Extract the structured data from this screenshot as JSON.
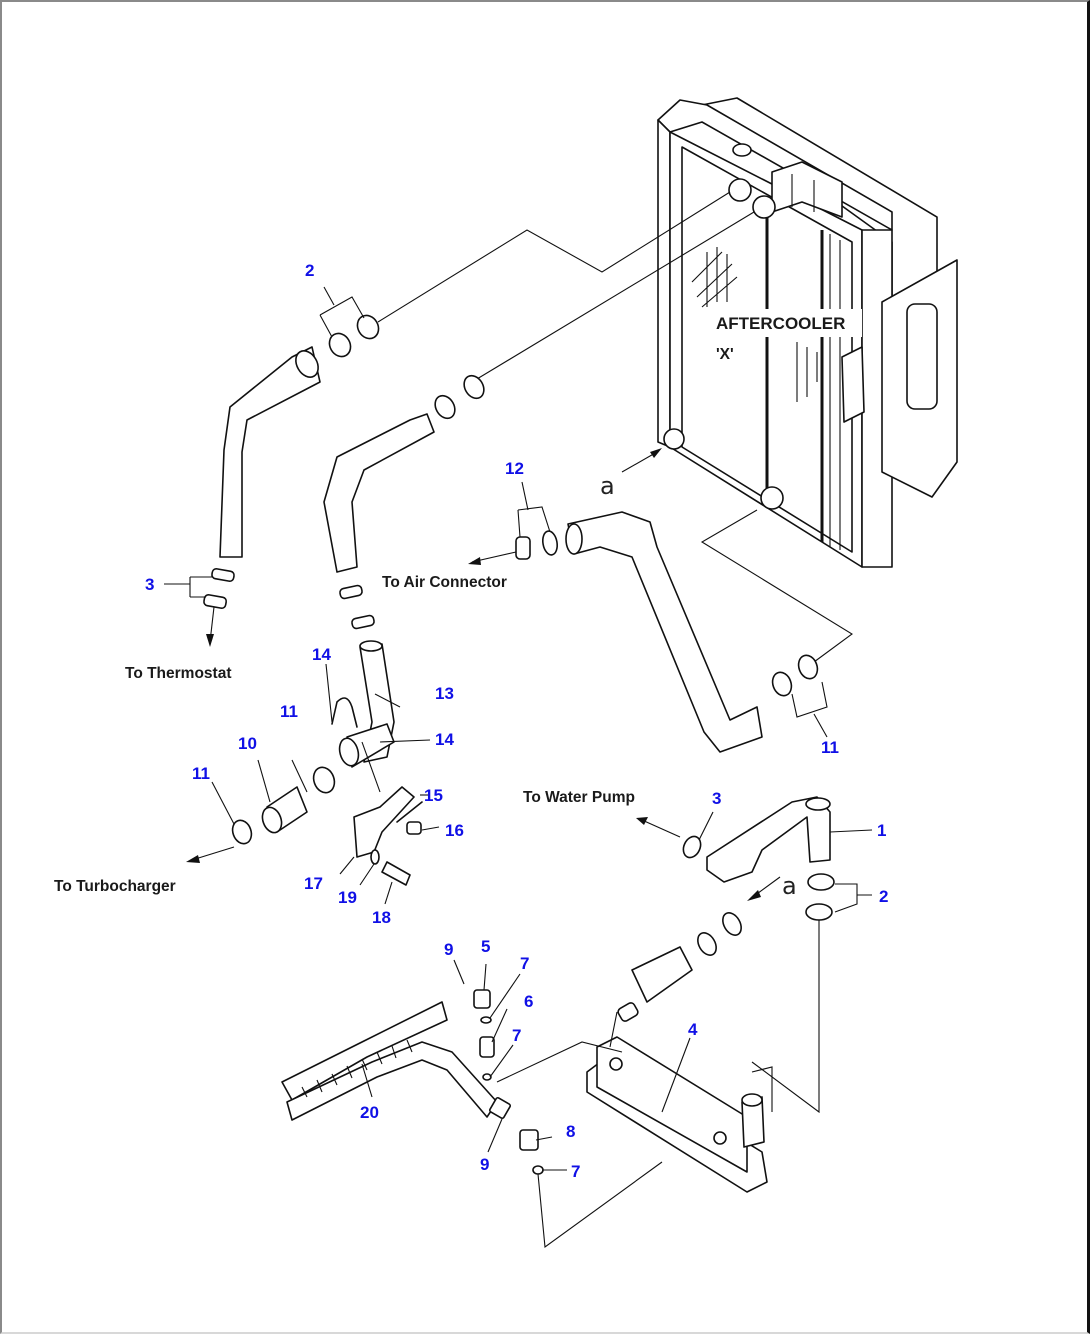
{
  "diagram": {
    "title": "Aftercooler and Coolant Piping Parts Diagram",
    "component_labels": {
      "aftercooler": "AFTERCOOLER",
      "aftercooler_sub": "'X'"
    },
    "reference_marks": [
      "a",
      "a"
    ],
    "destinations": {
      "thermostat": "To Thermostat",
      "air_connector": "To Air Connector",
      "turbocharger": "To Turbocharger",
      "water_pump": "To Water Pump"
    },
    "callouts": [
      {
        "id": "c2-top",
        "label": "2"
      },
      {
        "id": "c3-left",
        "label": "3"
      },
      {
        "id": "c12",
        "label": "12"
      },
      {
        "id": "c14-a",
        "label": "14"
      },
      {
        "id": "c13",
        "label": "13"
      },
      {
        "id": "c14-b",
        "label": "14"
      },
      {
        "id": "c11-a",
        "label": "11"
      },
      {
        "id": "c10",
        "label": "10"
      },
      {
        "id": "c11-b",
        "label": "11"
      },
      {
        "id": "c15",
        "label": "15"
      },
      {
        "id": "c16",
        "label": "16"
      },
      {
        "id": "c17",
        "label": "17"
      },
      {
        "id": "c19",
        "label": "19"
      },
      {
        "id": "c18",
        "label": "18"
      },
      {
        "id": "c11-right",
        "label": "11"
      },
      {
        "id": "c3-right",
        "label": "3"
      },
      {
        "id": "c1",
        "label": "1"
      },
      {
        "id": "c2-right",
        "label": "2"
      },
      {
        "id": "c9-top",
        "label": "9"
      },
      {
        "id": "c5",
        "label": "5"
      },
      {
        "id": "c7-a",
        "label": "7"
      },
      {
        "id": "c6",
        "label": "6"
      },
      {
        "id": "c7-b",
        "label": "7"
      },
      {
        "id": "c4",
        "label": "4"
      },
      {
        "id": "c20",
        "label": "20"
      },
      {
        "id": "c8",
        "label": "8"
      },
      {
        "id": "c9-bottom",
        "label": "9"
      },
      {
        "id": "c7-c",
        "label": "7"
      }
    ],
    "colors": {
      "callout": "#1010e6",
      "linework": "#111111",
      "background": "#ffffff"
    }
  }
}
